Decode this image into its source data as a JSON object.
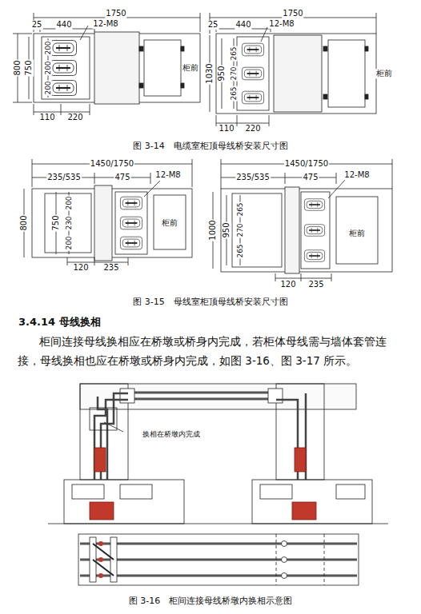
{
  "diagram": {
    "labels": [
      "1750",
      "25",
      "440",
      "12-M8",
      "800",
      "750",
      "200",
      "200",
      "200",
      "110",
      "220",
      "柜前",
      "1750",
      "25",
      "440",
      "12-M8",
      "1030",
      "950",
      "265",
      "270",
      "265",
      "110",
      "220",
      "柜前",
      "图 3-14　电缆室柜顶母线桥安装尺寸图",
      "1450/1750",
      "235/535",
      "475",
      "12-M8",
      "800",
      "750",
      "200",
      "230",
      "200",
      "120",
      "235",
      "柜前",
      "1450/1750",
      "235/535",
      "475",
      "12-M8",
      "1000",
      "950",
      "265",
      "270",
      "265",
      "120",
      "235",
      "柜前",
      "图 3-15　母线室柜顶母线桥安装尺寸图",
      "3.4.14  母线换相",
      "柜间连接母线换相应在桥墩或桥身内完成，若柜体母线需与墙体套管连接，母线换相也应在桥墩或桥身内完成，如图 3-16、图 3-17 所示。",
      "换相在桥墩内完成",
      "图 3-16　柜间连接母线桥墩内换相示意图"
    ]
  }
}
